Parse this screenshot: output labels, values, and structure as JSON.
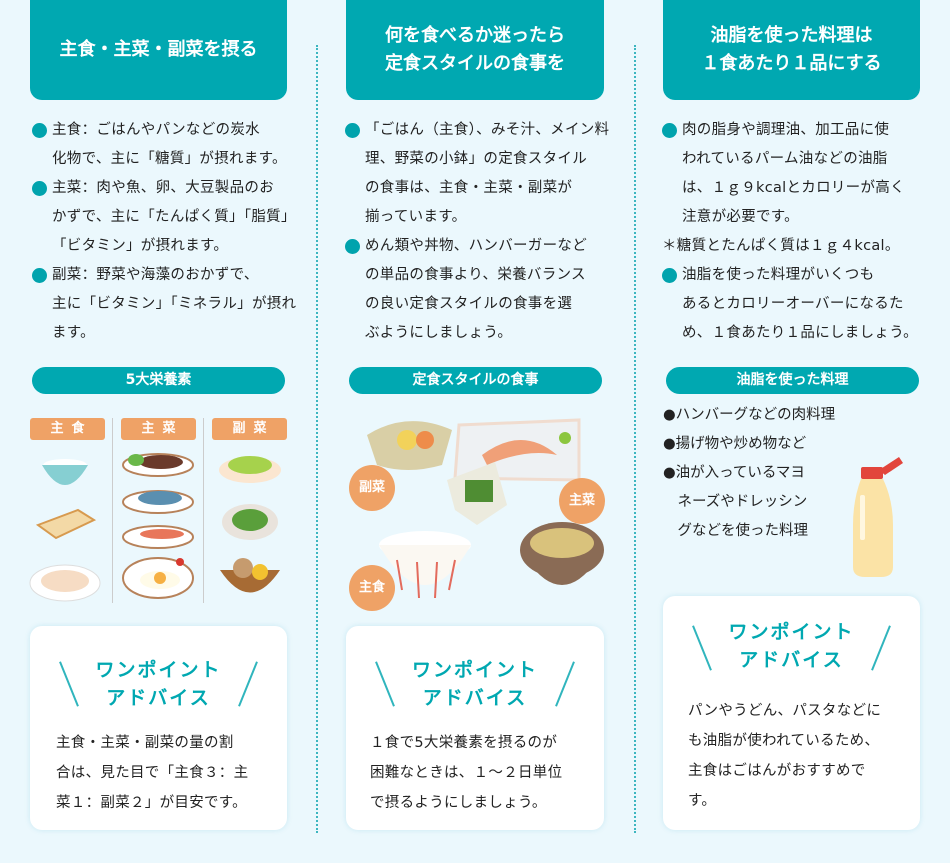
{
  "columns": [
    {
      "heading": [
        "主食・主菜・副菜を摂る"
      ],
      "bullets": [
        [
          "主食：ごはんやパンなどの炭水",
          "化物で、主に「糖質」が摂れます。"
        ],
        [
          "主菜：肉や魚、卵、大豆製品のお",
          "かずで、主に「たんぱく質」「脂質」",
          "「ビタミン」が摂れます。"
        ],
        [
          "副菜：野菜や海藻のおかずで、",
          "主に「ビタミン」「ミネラル」が摂れ",
          "ます。"
        ]
      ],
      "pill": "5大栄養素",
      "food_tags": [
        "主食",
        "主菜",
        "副菜"
      ],
      "advice_title": [
        "ワンポイント",
        "アドバイス"
      ],
      "advice": [
        "主食・主菜・副菜の量の割",
        "合は、見た目で「主食３：主",
        "菜１：副菜２」が目安です。"
      ]
    },
    {
      "heading": [
        "何を食べるか迷ったら",
        "定食スタイルの食事を"
      ],
      "bullets": [
        [
          "「ごはん（主食）、みそ汁、メイン料",
          "理、野菜の小鉢」の定食スタイル",
          "の食事は、主食・主菜・副菜が",
          "揃っています。"
        ],
        [
          "めん類や丼物、ハンバーガーなど",
          "の単品の食事より、栄養バランス",
          "の良い定食スタイルの食事を選",
          "ぶようにしましょう。"
        ]
      ],
      "pill": "定食スタイルの食事",
      "meal_labels": {
        "side": "副菜",
        "main": "主菜",
        "staple": "主食"
      },
      "advice_title": [
        "ワンポイント",
        "アドバイス"
      ],
      "advice": [
        "１食で5大栄養素を摂るのが",
        "困難なときは、１〜２日単位",
        "で摂るようにしましょう。"
      ]
    },
    {
      "heading": [
        "油脂を使った料理は",
        "１食あたり１品にする"
      ],
      "bullets": [
        [
          "肉の脂身や調理油、加工品に使",
          "われているパーム油などの油脂",
          "は、１ｇ９kcalとカロリーが高く",
          "注意が必要です。"
        ],
        [
          "油脂を使った料理がいくつも",
          "あるとカロリーオーバーになるた",
          "め、１食あたり１品にしましょう。"
        ]
      ],
      "note": "＊糖質とたんぱく質は１ｇ４kcal。",
      "pill": "油脂を使った料理",
      "examples": [
        [
          "●ハンバーグなどの肉料理"
        ],
        [
          "●揚げ物や炒め物など"
        ],
        [
          "●油が入っているマヨ",
          "　ネーズやドレッシン",
          "　グなどを使った料理"
        ]
      ],
      "advice_title": [
        "ワンポイント",
        "アドバイス"
      ],
      "advice": [
        "パンやうどん、パスタなどに",
        "も油脂が使われているため、",
        "主食はごはんがおすすめで",
        "す。"
      ]
    }
  ],
  "colors": {
    "teal": "#00a8b1",
    "orange": "#efa266",
    "background": "#ebf8fd"
  }
}
